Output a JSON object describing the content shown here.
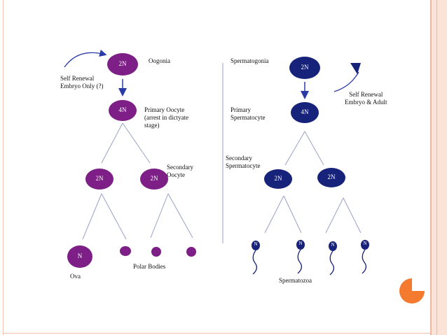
{
  "colors": {
    "oogenesis": "#7d1f86",
    "spermatogenesis": "#17237a",
    "line": "#9aa0c8",
    "arrow": "#2a3aa6",
    "accent": "#f47a30",
    "frame": "#f0b79f"
  },
  "oogenesis": {
    "oogonia_ploidy": "2N",
    "oogonia_label": "Oogonia",
    "self_renewal_label": "Self Renewal\nEmbryo Only (?)",
    "primary_ploidy": "4N",
    "primary_label": "Primary Oocyte\n(arrest in dictyate\nstage)",
    "secondary_ploidy_left": "2N",
    "secondary_ploidy_right": "2N",
    "secondary_label": "Secondary\nOocyte",
    "ova_ploidy": "N",
    "ova_label": "Ova",
    "polar_bodies_label": "Polar Bodies"
  },
  "spermatogenesis": {
    "spermatogonia_label": "Spermatogonia",
    "spermatogonia_ploidy": "2N",
    "self_renewal_label": "Self Renewal\nEmbryo & Adult",
    "primary_label": "Primary\nSpermatocyte",
    "primary_ploidy": "4N",
    "secondary_label": "Secondary\nSpermatocyte",
    "secondary_ploidy_left": "2N",
    "secondary_ploidy_right": "2N",
    "sperm_ploidy": [
      "N",
      "N",
      "N",
      "N"
    ],
    "spermatozoa_label": "Spermatozoa"
  }
}
